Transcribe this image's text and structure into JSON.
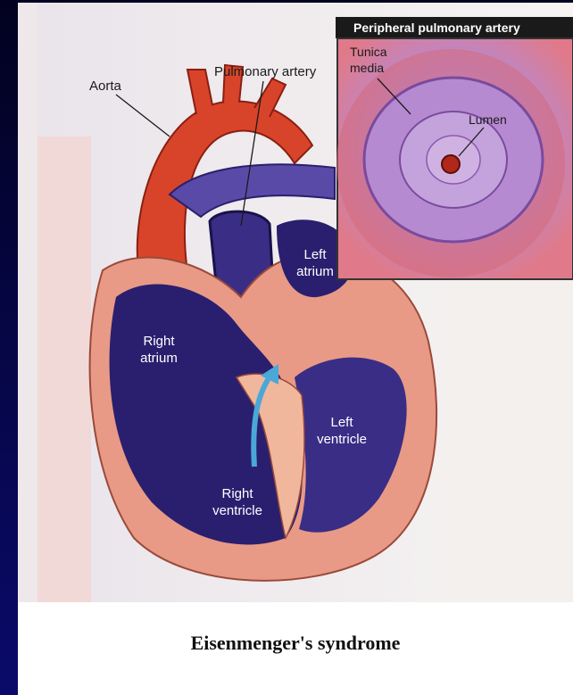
{
  "figure": {
    "title": "Eisenmenger's syndrome",
    "labels": {
      "aorta": "Aorta",
      "pulmonary_artery": "Pulmonary artery",
      "left_atrium_1": "Left",
      "left_atrium_2": "atrium",
      "right_atrium_1": "Right",
      "right_atrium_2": "atrium",
      "left_ventricle_1": "Left",
      "left_ventricle_2": "ventricle",
      "right_ventricle_1": "Right",
      "right_ventricle_2": "ventricle"
    },
    "inset": {
      "title": "Peripheral pulmonary  artery",
      "tunica_1": "Tunica",
      "tunica_2": "media",
      "lumen": "Lumen"
    }
  },
  "colors": {
    "slide_background": "#06064a",
    "heart_wall": "#e89a86",
    "blood_deoxygenated": "#2a1f6e",
    "aorta_red": "#d8442a",
    "pulmonary_purple": "#5a4aa8",
    "septum": "#f0b79c",
    "flow_arrow": "#4aa8d8"
  }
}
